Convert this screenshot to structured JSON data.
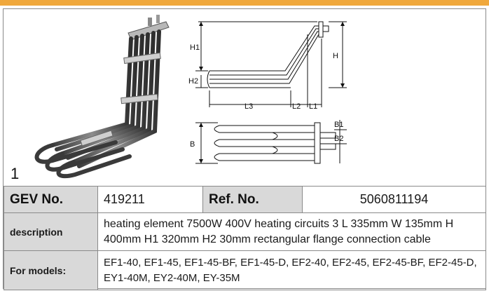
{
  "figure": {
    "number": "1",
    "dimension_labels": {
      "h1": "H1",
      "h2": "H2",
      "h": "H",
      "l3": "L3",
      "l2": "L2",
      "l1": "L1",
      "b": "B",
      "b1": "B1",
      "b2": "B2"
    }
  },
  "specs": {
    "gev_label": "GEV No.",
    "gev_value": "419211",
    "ref_label": "Ref. No.",
    "ref_value": "5060811194",
    "description_label": "description",
    "description_value": "heating element  7500W 400V heating circuits 3 L 335mm W 135mm H 400mm H1 320mm H2 30mm rectangular flange connection cable",
    "models_label": "For models:",
    "models_value": "EF1-40, EF1-45, EF1-45-BF, EF1-45-D, EF2-40, EF2-45, EF2-45-BF, EF2-45-D, EY1-40M, EY2-40M, EY-35M"
  },
  "colors": {
    "accent": "#f0a83c",
    "label_bg": "#d9d9d9",
    "border": "#8a8a8a"
  }
}
